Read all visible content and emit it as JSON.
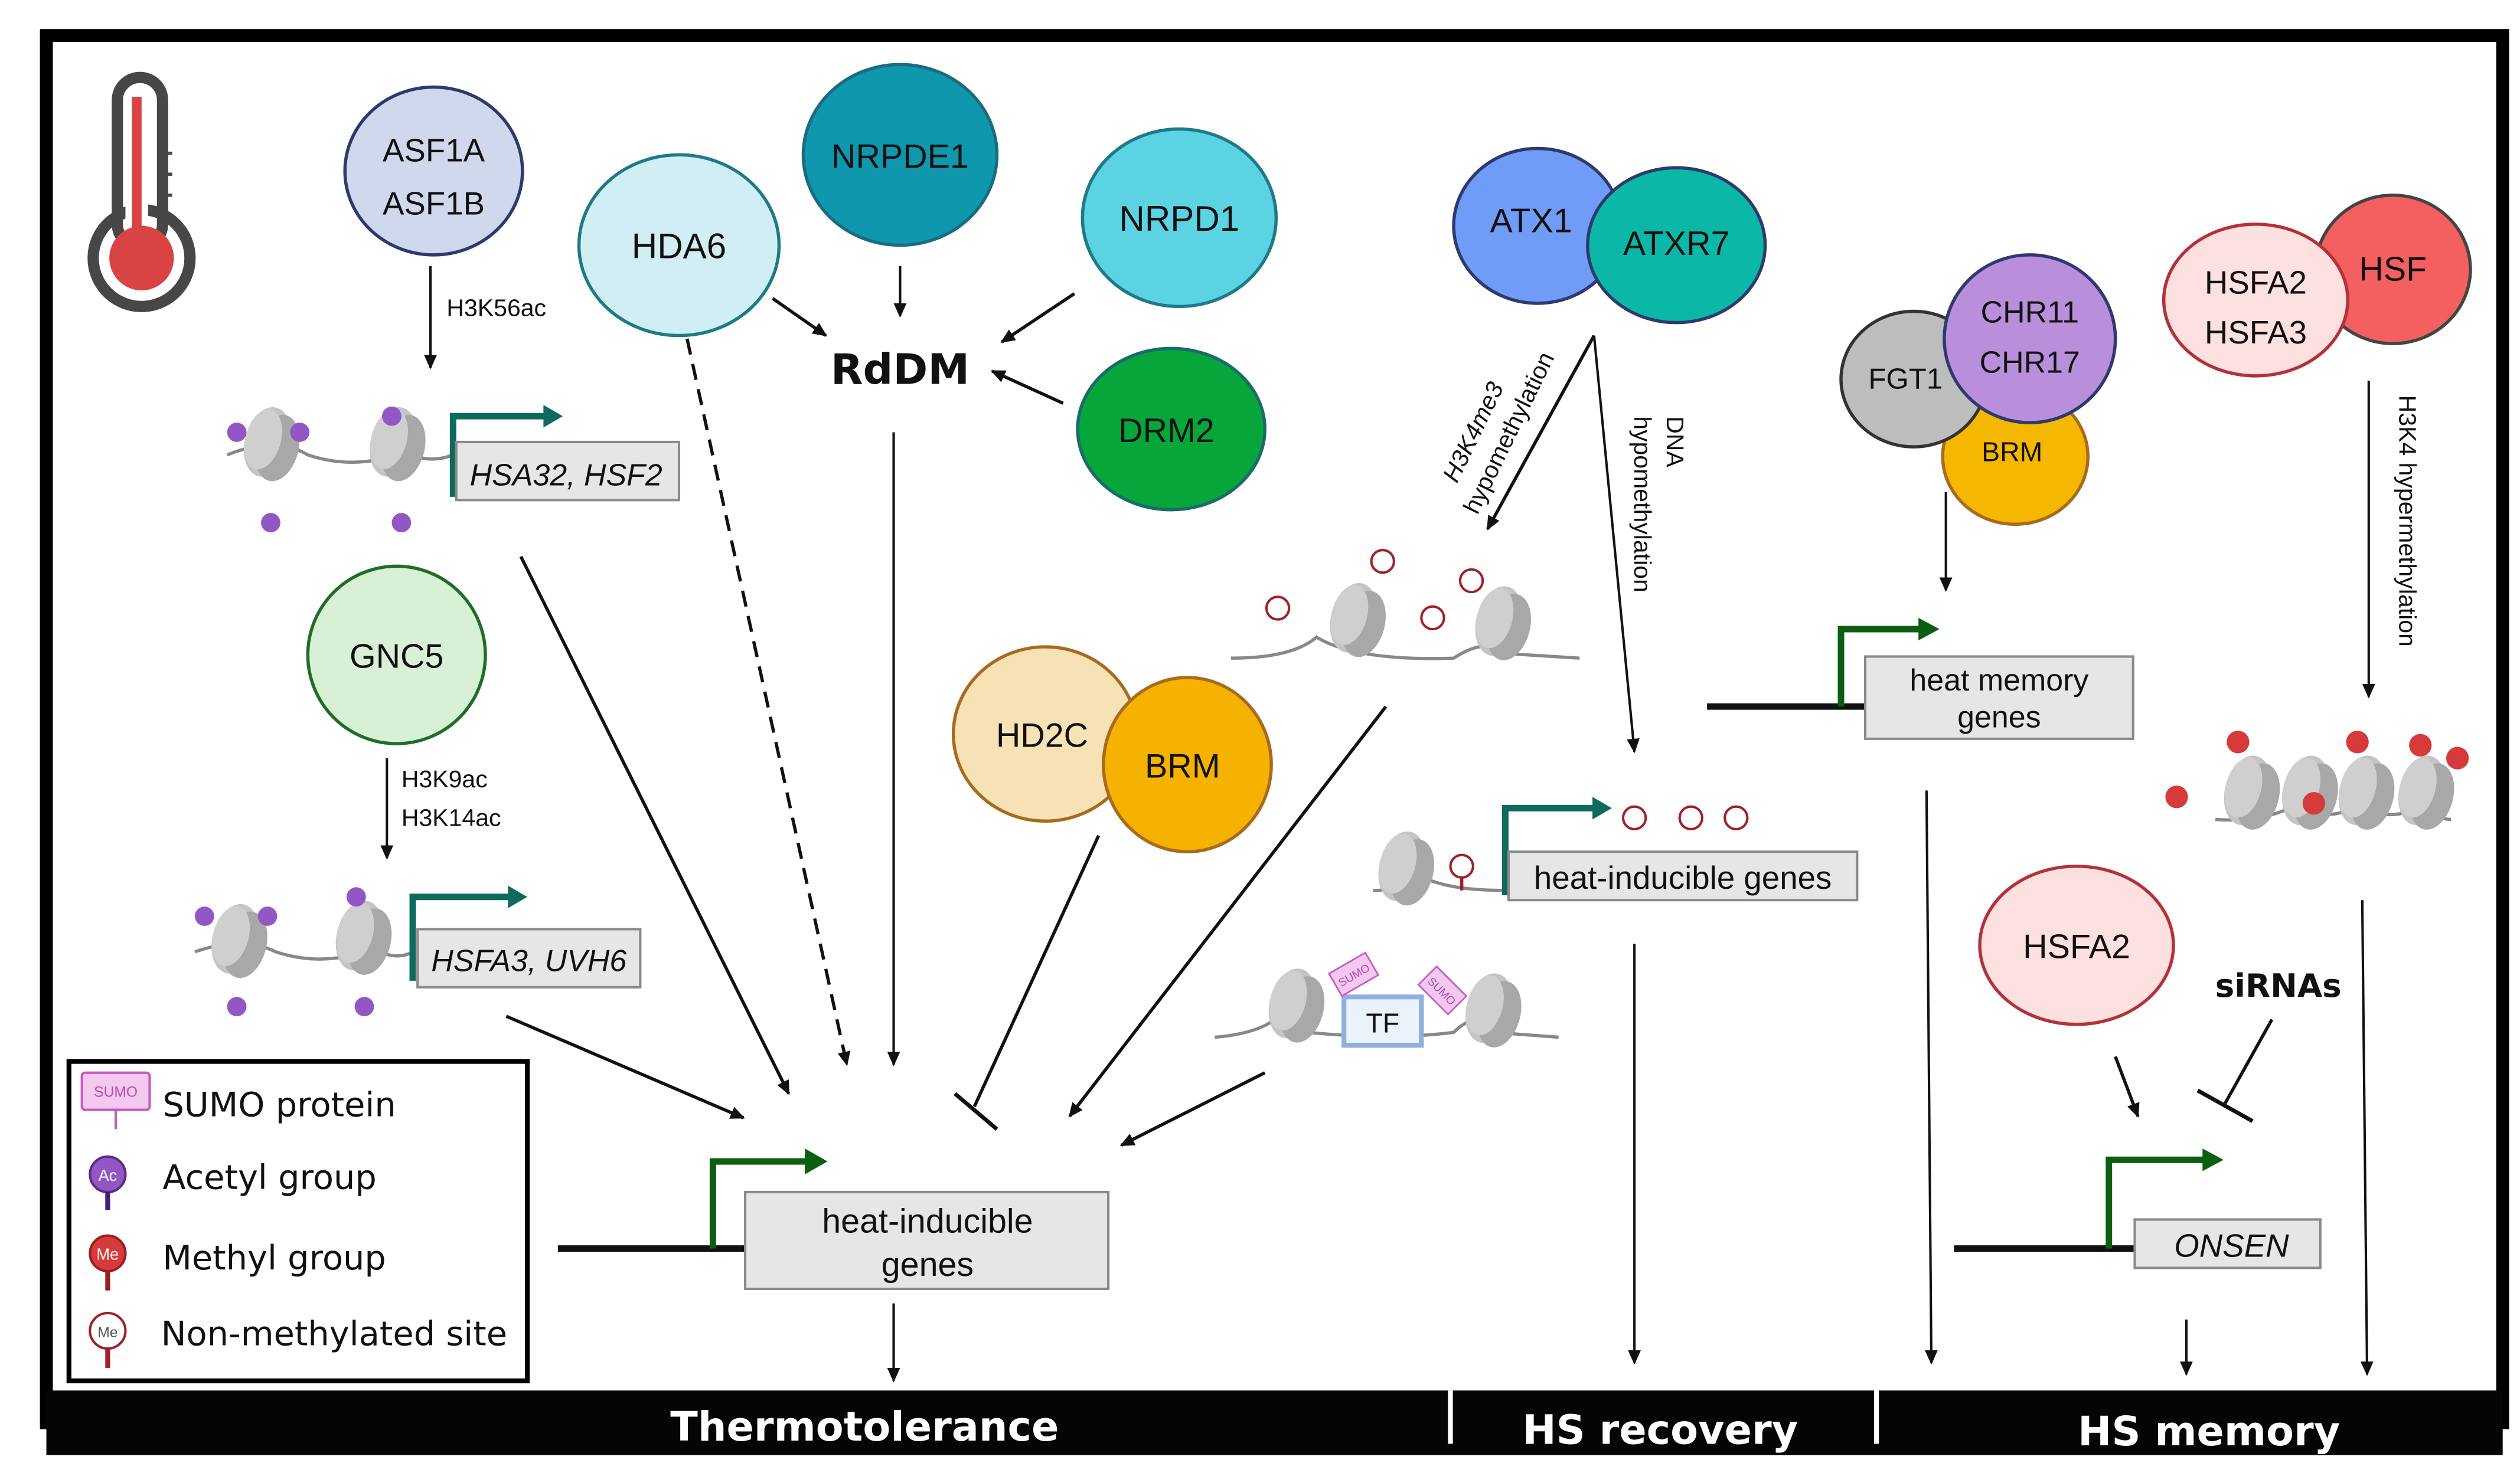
{
  "proteins": {
    "asf1": {
      "line1": "ASF1A",
      "line2": "ASF1B",
      "fill": "#cfd8ec",
      "stroke": "#2e3a6e"
    },
    "hda6": {
      "label": "HDA6",
      "fill": "#d2eef5",
      "stroke": "#1d7a86"
    },
    "nrpde1": {
      "label": "NRPDE1",
      "fill": "#0e97ad",
      "stroke": "#1a6c80"
    },
    "nrpd1": {
      "label": "NRPD1",
      "fill": "#5cd3e3",
      "stroke": "#1d7a86"
    },
    "drm2": {
      "label": "DRM2",
      "fill": "#06a63a",
      "stroke": "#1a6b6b"
    },
    "atx1": {
      "label": "ATX1",
      "fill": "#6f9cf7",
      "stroke": "#2e3a6e"
    },
    "atxr7": {
      "label": "ATXR7",
      "fill": "#0bb8a8",
      "stroke": "#2e3a6e"
    },
    "fgt1": {
      "label": "FGT1",
      "fill": "#bdbdbd",
      "stroke": "#333333"
    },
    "chr": {
      "line1": "CHR11",
      "line2": "CHR17",
      "fill": "#b98fdc",
      "stroke": "#2e3a6e"
    },
    "brm_memory": {
      "label": "BRM",
      "fill": "#f5b700",
      "stroke": "#a86b1e"
    },
    "hsfa23": {
      "line1": "HSFA2",
      "line2": "HSFA3",
      "fill": "#fde0e0",
      "stroke": "#b3323a"
    },
    "hsf": {
      "label": "HSF",
      "fill": "#f45f5f",
      "stroke": "#444444"
    },
    "gnc5": {
      "label": "GNC5",
      "fill": "#d8f1d6",
      "stroke": "#1f6e25"
    },
    "hd2c": {
      "label": "HD2C",
      "fill": "#f6e2b4",
      "stroke": "#a86b1e"
    },
    "brm": {
      "label": "BRM",
      "fill": "#f5b200",
      "stroke": "#a86b1e"
    },
    "hsfa2": {
      "label": "HSFA2",
      "fill": "#fde0e0",
      "stroke": "#b3323a"
    }
  },
  "labels": {
    "rddm": "RdDM",
    "sirnas": "siRNAs",
    "h3k56ac": "H3K56ac",
    "h3k9ac": "H3K9ac",
    "h3k14ac": "H3K14ac",
    "h3k4me3": "H3K4me3",
    "hypomethylation": "hypomethylation",
    "dna": "DNA",
    "dna_hypomethylation": "hypomethylation",
    "h3k4_hyper": "H3K4 hypermethylation",
    "tf": "TF",
    "sumo": "SUMO",
    "me": "Me",
    "ac": "Ac"
  },
  "genes": {
    "hsa32": "HSA32, HSF2",
    "hsfa3": "HSFA3, UVH6",
    "heat_inducible_line1": "heat-inducible",
    "heat_inducible_line2": "genes",
    "heat_inducible_recovery": "heat-inducible genes",
    "heat_memory_line1": "heat memory",
    "heat_memory_line2": "genes",
    "onsen": "ONSEN"
  },
  "legend": {
    "items": [
      {
        "icon": "sumo-icon",
        "label": "SUMO protein"
      },
      {
        "icon": "acetyl-icon",
        "label": "Acetyl group"
      },
      {
        "icon": "methyl-icon",
        "label": "Methyl group"
      },
      {
        "icon": "non-methylated-icon",
        "label": "Non-methylated site"
      }
    ]
  },
  "outcomes": {
    "thermotolerance": "Thermotolerance",
    "hs_recovery": "HS recovery",
    "hs_memory": "HS memory"
  },
  "colors": {
    "tss_arrow_teal": "#0d6b5e",
    "tss_arrow_green": "#0b5e12",
    "gene_box": "#e6e6e6",
    "methyl": "#d63a3a",
    "acetyl": "#9257c4",
    "sumo": "#f3c9f0",
    "thermometer_red": "#d94343"
  }
}
